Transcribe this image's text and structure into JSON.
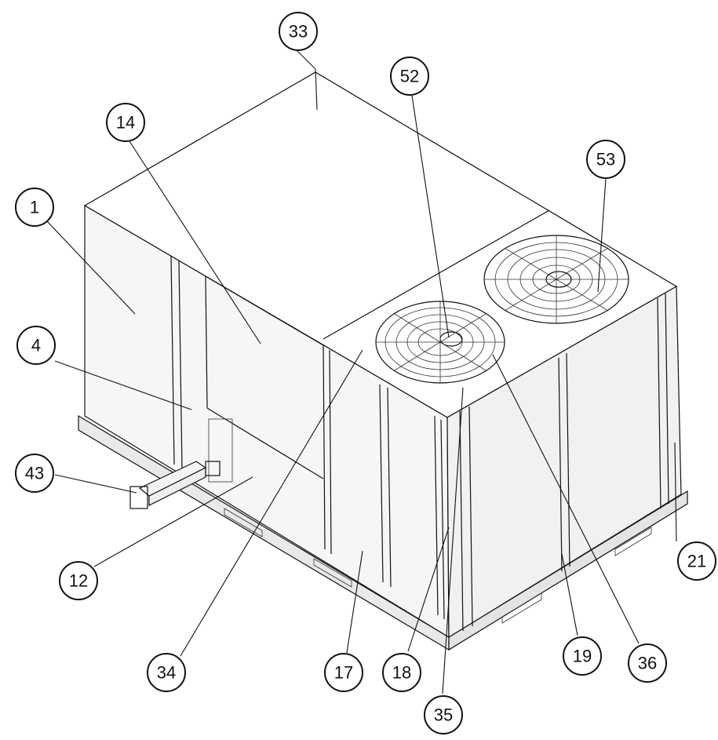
{
  "callouts": [
    {
      "id": "c33",
      "label": "33"
    },
    {
      "id": "c52",
      "label": "52"
    },
    {
      "id": "c14",
      "label": "14"
    },
    {
      "id": "c53",
      "label": "53"
    },
    {
      "id": "c1",
      "label": "1"
    },
    {
      "id": "c4",
      "label": "4"
    },
    {
      "id": "c43",
      "label": "43"
    },
    {
      "id": "c12",
      "label": "12"
    },
    {
      "id": "c21",
      "label": "21"
    },
    {
      "id": "c36",
      "label": "36"
    },
    {
      "id": "c34",
      "label": "34"
    },
    {
      "id": "c17",
      "label": "17"
    },
    {
      "id": "c18",
      "label": "18"
    },
    {
      "id": "c19",
      "label": "19"
    },
    {
      "id": "c35",
      "label": "35"
    }
  ]
}
